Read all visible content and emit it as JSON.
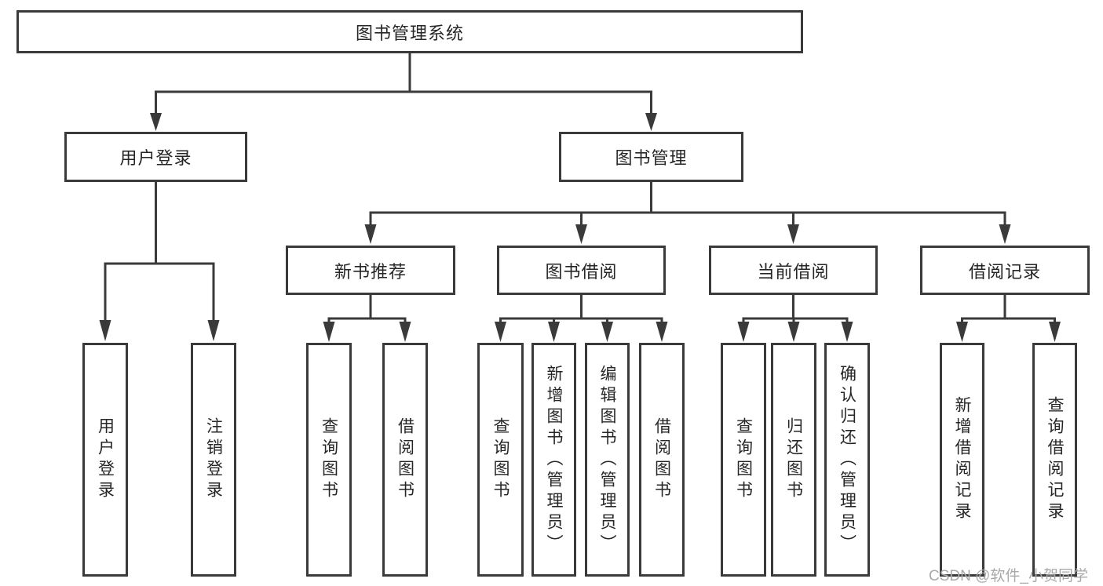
{
  "diagram_title": "图书管理系统",
  "tree": {
    "root": "图书管理系统",
    "branches": [
      {
        "label": "用户登录",
        "children": [
          "用户登录",
          "注销登录"
        ]
      },
      {
        "label": "图书管理",
        "sub": [
          {
            "label": "新书推荐",
            "children": [
              "查询图书",
              "借阅图书"
            ]
          },
          {
            "label": "图书借阅",
            "children": [
              "查询图书",
              "新增图书（管理员）",
              "编辑图书（管理员）",
              "借阅图书"
            ]
          },
          {
            "label": "当前借阅",
            "children": [
              "查询图书",
              "归还图书",
              "确认归还（管理员）"
            ]
          },
          {
            "label": "借阅记录",
            "children": [
              "新增借阅记录",
              "查询借阅记录"
            ]
          }
        ]
      }
    ]
  },
  "watermark": "CSDN @软件_小贺同学",
  "colors": {
    "line": "#3a3a3a",
    "text": "#262626",
    "watermark": "#a9a9a9",
    "background": "#ffffff"
  }
}
